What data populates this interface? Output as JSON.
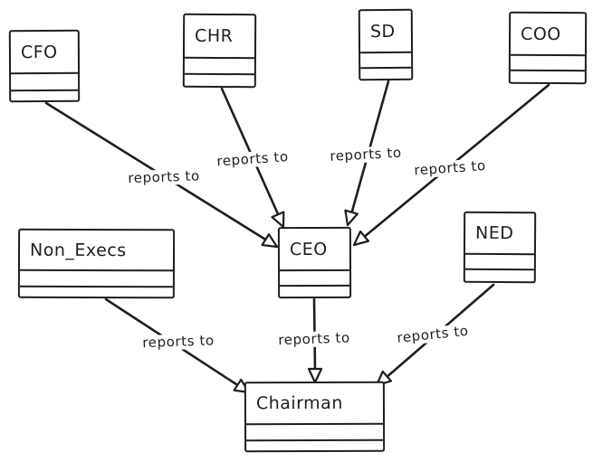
{
  "diagram_type": "uml-class-diagram",
  "colors": {
    "stroke": "#1e1e1e",
    "background": "#ffffff",
    "box_fill": "#ffffff"
  },
  "nodes": {
    "cfo": {
      "label": "CFO"
    },
    "chr": {
      "label": "CHR"
    },
    "sd": {
      "label": "SD"
    },
    "coo": {
      "label": "COO"
    },
    "non_execs": {
      "label": "Non_Execs"
    },
    "ceo": {
      "label": "CEO"
    },
    "ned": {
      "label": "NED"
    },
    "chairman": {
      "label": "Chairman"
    }
  },
  "edges": [
    {
      "from": "CFO",
      "to": "CEO",
      "label": "reports to"
    },
    {
      "from": "CHR",
      "to": "CEO",
      "label": "reports to"
    },
    {
      "from": "SD",
      "to": "CEO",
      "label": "reports to"
    },
    {
      "from": "COO",
      "to": "CEO",
      "label": "reports to"
    },
    {
      "from": "Non_Execs",
      "to": "Chairman",
      "label": "reports to"
    },
    {
      "from": "CEO",
      "to": "Chairman",
      "label": "reports to"
    },
    {
      "from": "NED",
      "to": "Chairman",
      "label": "reports to"
    }
  ]
}
